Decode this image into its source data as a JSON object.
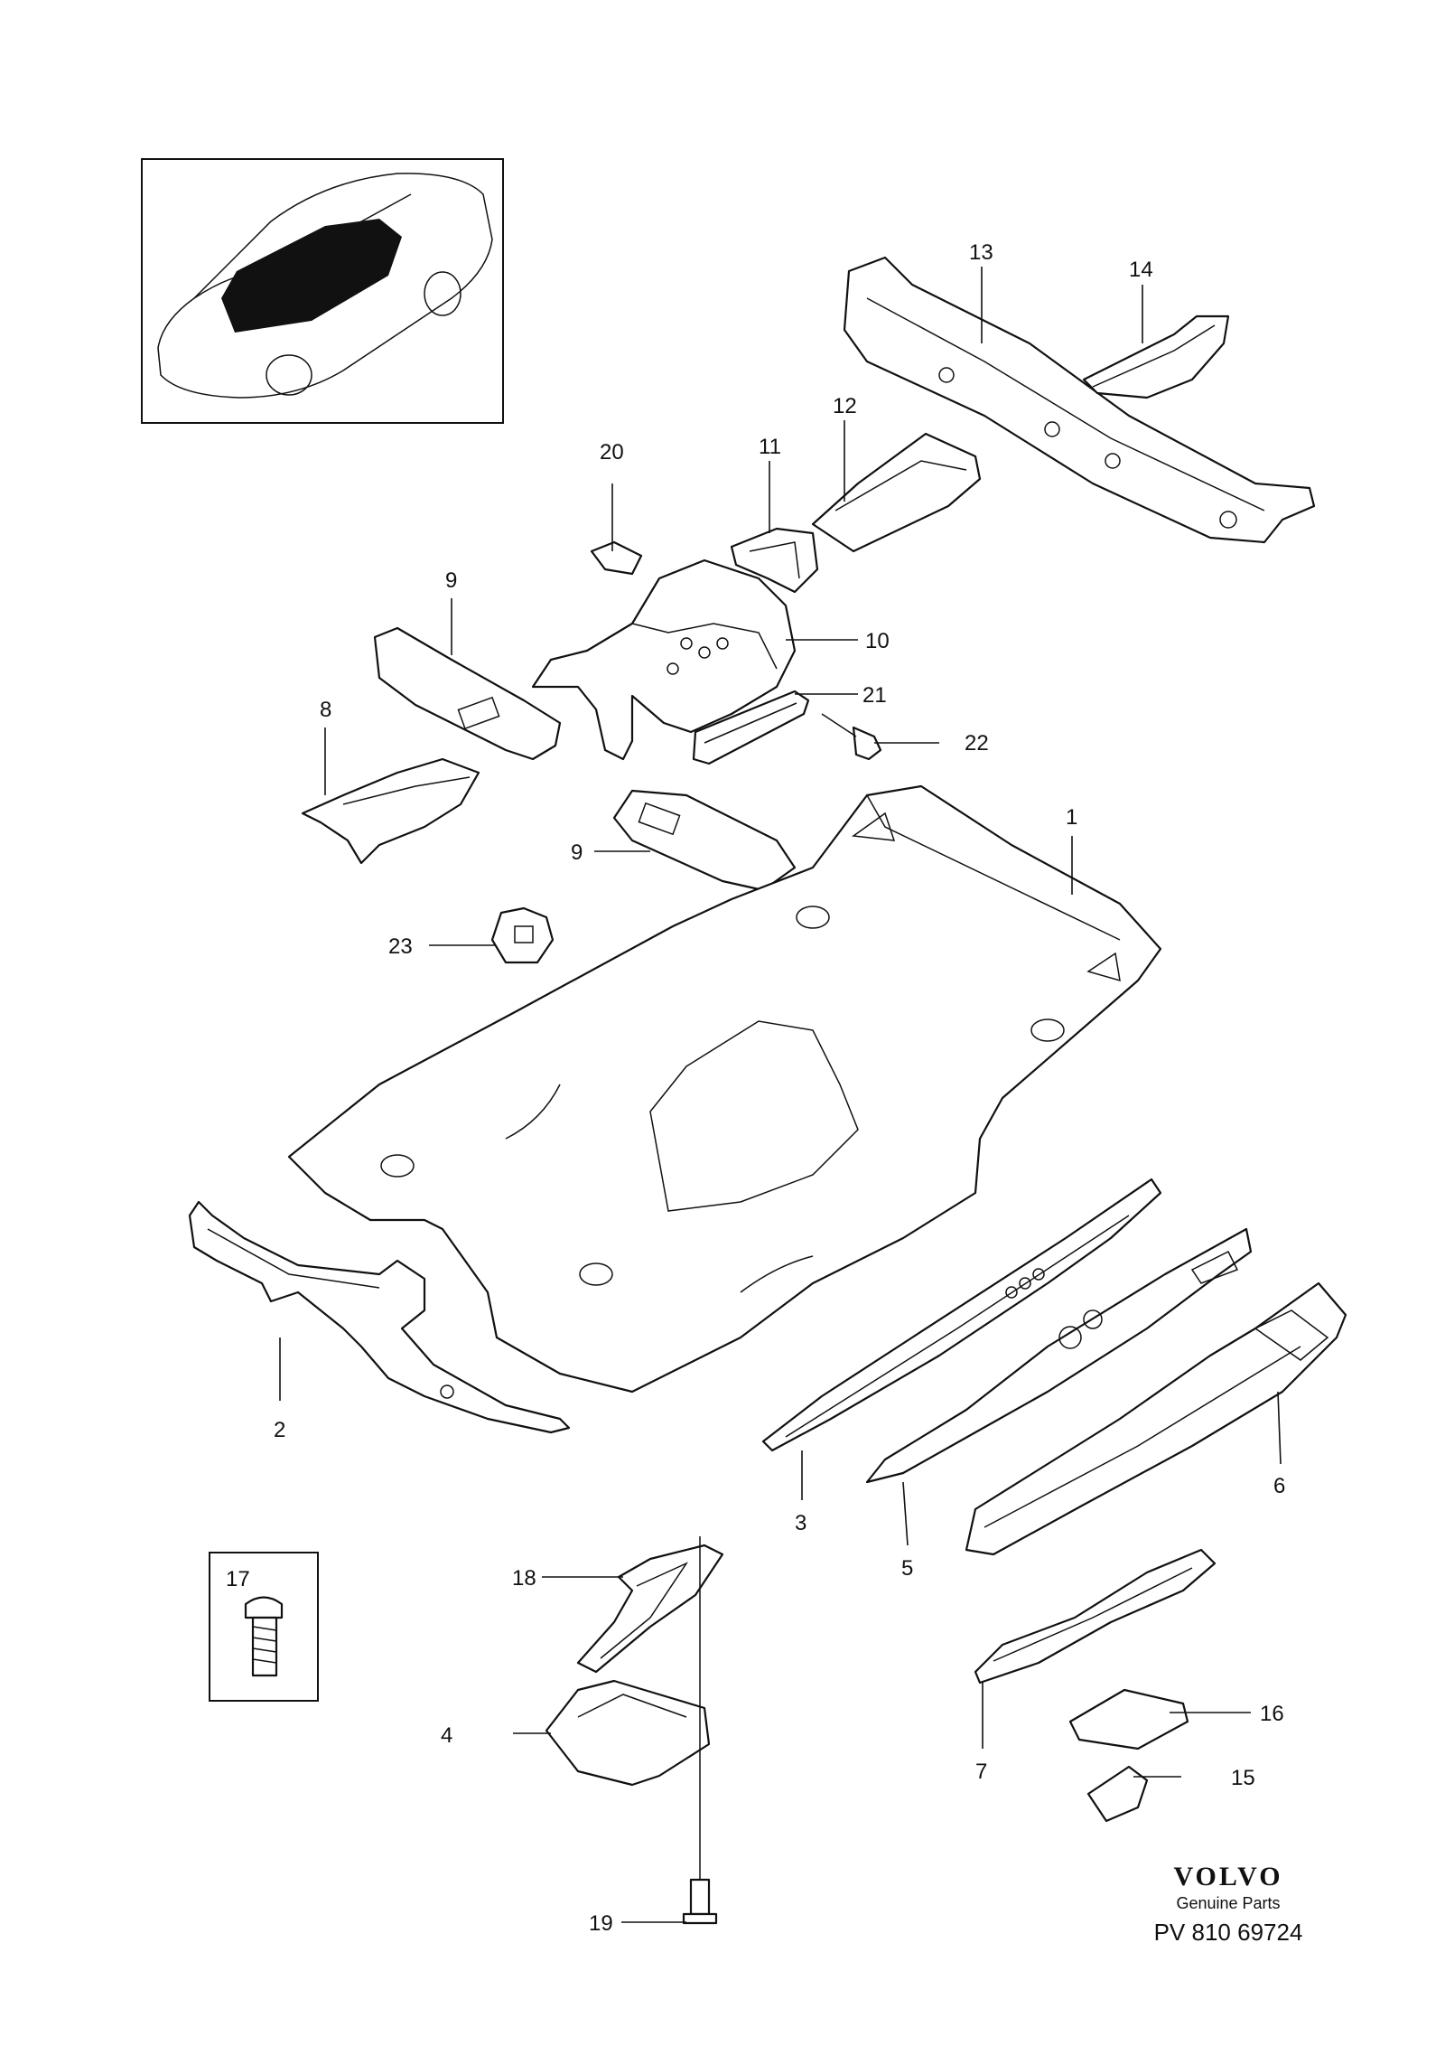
{
  "callouts": [
    {
      "id": "1",
      "label": "1"
    },
    {
      "id": "2",
      "label": "2"
    },
    {
      "id": "3",
      "label": "3"
    },
    {
      "id": "4",
      "label": "4"
    },
    {
      "id": "5",
      "label": "5"
    },
    {
      "id": "6",
      "label": "6"
    },
    {
      "id": "7",
      "label": "7"
    },
    {
      "id": "8",
      "label": "8"
    },
    {
      "id": "9a",
      "label": "9"
    },
    {
      "id": "9b",
      "label": "9"
    },
    {
      "id": "10",
      "label": "10"
    },
    {
      "id": "11",
      "label": "11"
    },
    {
      "id": "12",
      "label": "12"
    },
    {
      "id": "13",
      "label": "13"
    },
    {
      "id": "14",
      "label": "14"
    },
    {
      "id": "15",
      "label": "15"
    },
    {
      "id": "16",
      "label": "16"
    },
    {
      "id": "17",
      "label": "17"
    },
    {
      "id": "18",
      "label": "18"
    },
    {
      "id": "19",
      "label": "19"
    },
    {
      "id": "20",
      "label": "20"
    },
    {
      "id": "21",
      "label": "21"
    },
    {
      "id": "22",
      "label": "22"
    },
    {
      "id": "23",
      "label": "23"
    }
  ],
  "brand": {
    "logo": "VOLVO",
    "tagline": "Genuine Parts",
    "part_number": "PV 810 69724"
  }
}
